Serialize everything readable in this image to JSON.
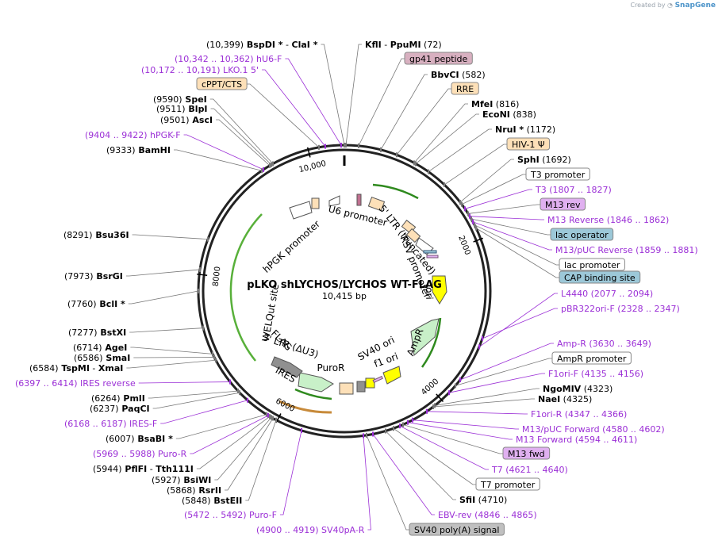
{
  "credit": {
    "prefix": "Created by",
    "brand": "SnapGene"
  },
  "map": {
    "title": "pLKO shLYCHOS/LYCHOS WT-FLAG",
    "size_label": "10,415 bp",
    "total_bp": 10415,
    "tick_labels": [
      {
        "bp": 2000,
        "text": "2000"
      },
      {
        "bp": 4000,
        "text": "4000"
      },
      {
        "bp": 6000,
        "text": "6000"
      },
      {
        "bp": 8000,
        "text": "8000"
      },
      {
        "bp": 10000,
        "text": "10,000"
      }
    ],
    "inner_labels": [
      "U6 promoter",
      "5' LTR (truncated)",
      "RSV promoter",
      "ori",
      "AmpR",
      "f1 ori",
      "SV40 ori",
      "PuroR",
      "3' LTR (ΔU3)",
      "IRES",
      "FLAG",
      "WELQut site",
      "hPGK promoter"
    ]
  },
  "annotations": [
    {
      "id": "bspdi",
      "kind": "site",
      "side": "left",
      "parts": [
        [
          "pos",
          "(10,399)"
        ],
        [
          "site",
          "BspDI *"
        ],
        [
          "pos",
          " - "
        ],
        [
          "site",
          "ClaI *"
        ]
      ]
    },
    {
      "id": "kfli",
      "kind": "site",
      "side": "right",
      "parts": [
        [
          "site",
          "KflI"
        ],
        [
          "pos",
          " - "
        ],
        [
          "site",
          "PpuMI"
        ],
        [
          "pos",
          "(72)"
        ]
      ]
    },
    {
      "id": "hu6f",
      "kind": "primer",
      "side": "left",
      "parts": [
        [
          "primer",
          "(10,342 .. 10,362)"
        ],
        [
          "primer",
          "hU6-F"
        ]
      ]
    },
    {
      "id": "gp41",
      "kind": "feature",
      "side": "right",
      "fill": "#d8b0c0",
      "text": "gp41 peptide"
    },
    {
      "id": "lko1",
      "kind": "primer",
      "side": "left",
      "parts": [
        [
          "primer",
          "(10,172 .. 10,191)"
        ],
        [
          "primer",
          "LKO.1 5'"
        ]
      ]
    },
    {
      "id": "bbvci",
      "kind": "site",
      "side": "right",
      "parts": [
        [
          "site",
          "BbvCI"
        ],
        [
          "pos",
          "(582)"
        ]
      ]
    },
    {
      "id": "cppt",
      "kind": "feature",
      "side": "left",
      "fill": "#fde0b8",
      "text": "cPPT/CTS"
    },
    {
      "id": "rre",
      "kind": "feature",
      "side": "right",
      "fill": "#fde0b8",
      "text": "RRE"
    },
    {
      "id": "spei",
      "kind": "site",
      "side": "left",
      "parts": [
        [
          "pos",
          "(9590)"
        ],
        [
          "site",
          "SpeI"
        ]
      ]
    },
    {
      "id": "mfei",
      "kind": "site",
      "side": "right",
      "parts": [
        [
          "site",
          "MfeI"
        ],
        [
          "pos",
          "(816)"
        ]
      ]
    },
    {
      "id": "blpi",
      "kind": "site",
      "side": "left",
      "parts": [
        [
          "pos",
          "(9511)"
        ],
        [
          "site",
          "BlpI"
        ]
      ]
    },
    {
      "id": "econi",
      "kind": "site",
      "side": "right",
      "parts": [
        [
          "site",
          "EcoNI"
        ],
        [
          "pos",
          "(838)"
        ]
      ]
    },
    {
      "id": "asci",
      "kind": "site",
      "side": "left",
      "parts": [
        [
          "pos",
          "(9501)"
        ],
        [
          "site",
          "AscI"
        ]
      ]
    },
    {
      "id": "nrui",
      "kind": "site",
      "side": "right",
      "parts": [
        [
          "site",
          "NruI *"
        ],
        [
          "pos",
          "(1172)"
        ]
      ]
    },
    {
      "id": "hpgkf",
      "kind": "primer",
      "side": "left",
      "parts": [
        [
          "primer",
          "(9404 .. 9422)"
        ],
        [
          "primer",
          "hPGK-F"
        ]
      ]
    },
    {
      "id": "hiv1",
      "kind": "feature",
      "side": "right",
      "fill": "#fde0b8",
      "text": "HIV-1 Ψ"
    },
    {
      "id": "bamhi",
      "kind": "site",
      "side": "left",
      "parts": [
        [
          "pos",
          "(9333)"
        ],
        [
          "site",
          "BamHI"
        ]
      ]
    },
    {
      "id": "sphi",
      "kind": "site",
      "side": "right",
      "parts": [
        [
          "site",
          "SphI"
        ],
        [
          "pos",
          "(1692)"
        ]
      ]
    },
    {
      "id": "t3prom",
      "kind": "feature",
      "side": "right",
      "fill": "#ffffff",
      "text": "T3 promoter"
    },
    {
      "id": "t3",
      "kind": "primer",
      "side": "right",
      "parts": [
        [
          "primer",
          "T3"
        ],
        [
          "primer",
          "(1807 .. 1827)"
        ]
      ]
    },
    {
      "id": "m13rev",
      "kind": "feature",
      "side": "right",
      "fill": "#e0b0f0",
      "text": "M13 rev"
    },
    {
      "id": "m13reverse",
      "kind": "primer",
      "side": "right",
      "parts": [
        [
          "primer",
          "M13 Reverse"
        ],
        [
          "primer",
          "(1846 .. 1862)"
        ]
      ]
    },
    {
      "id": "bsu36i",
      "kind": "site",
      "side": "left",
      "parts": [
        [
          "pos",
          "(8291)"
        ],
        [
          "site",
          "Bsu36I"
        ]
      ]
    },
    {
      "id": "lacop",
      "kind": "feature",
      "side": "right",
      "fill": "#9cc8d8",
      "text": "lac operator"
    },
    {
      "id": "m13puc",
      "kind": "primer",
      "side": "right",
      "parts": [
        [
          "primer",
          "M13/pUC Reverse"
        ],
        [
          "primer",
          "(1859 .. 1881)"
        ]
      ]
    },
    {
      "id": "lacprom",
      "kind": "feature",
      "side": "right",
      "fill": "#ffffff",
      "text": "lac promoter"
    },
    {
      "id": "bsrgi",
      "kind": "site",
      "side": "left",
      "parts": [
        [
          "pos",
          "(7973)"
        ],
        [
          "site",
          "BsrGI"
        ]
      ]
    },
    {
      "id": "cap",
      "kind": "feature",
      "side": "right",
      "fill": "#9cc8d8",
      "text": "CAP binding site"
    },
    {
      "id": "l4440",
      "kind": "primer",
      "side": "right",
      "parts": [
        [
          "primer",
          "L4440"
        ],
        [
          "primer",
          "(2077 .. 2094)"
        ]
      ]
    },
    {
      "id": "bcli",
      "kind": "site",
      "side": "left",
      "parts": [
        [
          "pos",
          "(7760)"
        ],
        [
          "site",
          "BclI *"
        ]
      ]
    },
    {
      "id": "pbr322",
      "kind": "primer",
      "side": "right",
      "parts": [
        [
          "primer",
          "pBR322ori-F"
        ],
        [
          "primer",
          "(2328 .. 2347)"
        ]
      ]
    },
    {
      "id": "bstxi",
      "kind": "site",
      "side": "left",
      "parts": [
        [
          "pos",
          "(7277)"
        ],
        [
          "site",
          "BstXI"
        ]
      ]
    },
    {
      "id": "ampr",
      "kind": "primer",
      "side": "right",
      "parts": [
        [
          "primer",
          "Amp-R"
        ],
        [
          "primer",
          "(3630 .. 3649)"
        ]
      ]
    },
    {
      "id": "agei",
      "kind": "site",
      "side": "left",
      "parts": [
        [
          "pos",
          "(6714)"
        ],
        [
          "site",
          "AgeI"
        ]
      ]
    },
    {
      "id": "ampprom",
      "kind": "feature",
      "side": "right",
      "fill": "#ffffff",
      "text": "AmpR promoter"
    },
    {
      "id": "smai",
      "kind": "site",
      "side": "left",
      "parts": [
        [
          "pos",
          "(6586)"
        ],
        [
          "site",
          "SmaI"
        ]
      ]
    },
    {
      "id": "tspmi",
      "kind": "site",
      "side": "left",
      "parts": [
        [
          "pos",
          "(6584)"
        ],
        [
          "site",
          "TspMI"
        ],
        [
          "pos",
          " - "
        ],
        [
          "site",
          "XmaI"
        ]
      ]
    },
    {
      "id": "f1orif",
      "kind": "primer",
      "side": "right",
      "parts": [
        [
          "primer",
          "F1ori-F"
        ],
        [
          "primer",
          "(4135 .. 4156)"
        ]
      ]
    },
    {
      "id": "iresrev",
      "kind": "primer",
      "side": "left",
      "parts": [
        [
          "primer",
          "(6397 .. 6414)"
        ],
        [
          "primer",
          "IRES reverse"
        ]
      ]
    },
    {
      "id": "ngomiv",
      "kind": "site",
      "side": "right",
      "parts": [
        [
          "site",
          "NgoMIV"
        ],
        [
          "pos",
          "(4323)"
        ]
      ]
    },
    {
      "id": "naei",
      "kind": "site",
      "side": "right",
      "parts": [
        [
          "site",
          "NaeI"
        ],
        [
          "pos",
          "(4325)"
        ]
      ]
    },
    {
      "id": "pmli",
      "kind": "site",
      "side": "left",
      "parts": [
        [
          "pos",
          "(6264)"
        ],
        [
          "site",
          "PmlI"
        ]
      ]
    },
    {
      "id": "paqci",
      "kind": "site",
      "side": "left",
      "parts": [
        [
          "pos",
          "(6237)"
        ],
        [
          "site",
          "PaqCI"
        ]
      ]
    },
    {
      "id": "f1orir",
      "kind": "primer",
      "side": "right",
      "parts": [
        [
          "primer",
          "F1ori-R"
        ],
        [
          "primer",
          "(4347 .. 4366)"
        ]
      ]
    },
    {
      "id": "iresf",
      "kind": "primer",
      "side": "left",
      "parts": [
        [
          "primer",
          "(6168 .. 6187)"
        ],
        [
          "primer",
          "IRES-F"
        ]
      ]
    },
    {
      "id": "m13pucf",
      "kind": "primer",
      "side": "right",
      "parts": [
        [
          "primer",
          "M13/pUC Forward"
        ],
        [
          "primer",
          "(4580 .. 4602)"
        ]
      ]
    },
    {
      "id": "bsabi",
      "kind": "site",
      "side": "left",
      "parts": [
        [
          "pos",
          "(6007)"
        ],
        [
          "site",
          "BsaBI *"
        ]
      ]
    },
    {
      "id": "m13fwd_p",
      "kind": "primer",
      "side": "right",
      "parts": [
        [
          "primer",
          "M13 Forward"
        ],
        [
          "primer",
          "(4594 .. 4611)"
        ]
      ]
    },
    {
      "id": "puror",
      "kind": "primer",
      "side": "left",
      "parts": [
        [
          "primer",
          "(5969 .. 5988)"
        ],
        [
          "primer",
          "Puro-R"
        ]
      ]
    },
    {
      "id": "m13fwd",
      "kind": "feature",
      "side": "right",
      "fill": "#e0b0f0",
      "text": "M13 fwd"
    },
    {
      "id": "pflfi",
      "kind": "site",
      "side": "left",
      "parts": [
        [
          "pos",
          "(5944)"
        ],
        [
          "site",
          "PflFI"
        ],
        [
          "pos",
          " - "
        ],
        [
          "site",
          "Tth111I"
        ]
      ]
    },
    {
      "id": "t7",
      "kind": "primer",
      "side": "right",
      "parts": [
        [
          "primer",
          "T7"
        ],
        [
          "primer",
          "(4621 .. 4640)"
        ]
      ]
    },
    {
      "id": "bsiwi",
      "kind": "site",
      "side": "left",
      "parts": [
        [
          "pos",
          "(5927)"
        ],
        [
          "site",
          "BsiWI"
        ]
      ]
    },
    {
      "id": "rsrii",
      "kind": "site",
      "side": "left",
      "parts": [
        [
          "pos",
          "(5868)"
        ],
        [
          "site",
          "RsrII"
        ]
      ]
    },
    {
      "id": "t7prom",
      "kind": "feature",
      "side": "right",
      "fill": "#ffffff",
      "text": "T7 promoter"
    },
    {
      "id": "bsteii",
      "kind": "site",
      "side": "left",
      "parts": [
        [
          "pos",
          "(5848)"
        ],
        [
          "site",
          "BstEII"
        ]
      ]
    },
    {
      "id": "sfii",
      "kind": "site",
      "side": "right",
      "parts": [
        [
          "site",
          "SfiI"
        ],
        [
          "pos",
          "(4710)"
        ]
      ]
    },
    {
      "id": "purof",
      "kind": "primer",
      "side": "left",
      "parts": [
        [
          "primer",
          "(5472 .. 5492)"
        ],
        [
          "primer",
          "Puro-F"
        ]
      ]
    },
    {
      "id": "ebvrev",
      "kind": "primer",
      "side": "right",
      "parts": [
        [
          "primer",
          "EBV-rev"
        ],
        [
          "primer",
          "(4846 .. 4865)"
        ]
      ]
    },
    {
      "id": "sv40par",
      "kind": "primer",
      "side": "left",
      "parts": [
        [
          "primer",
          "(4900 .. 4919)"
        ],
        [
          "primer",
          "SV40pA-R"
        ]
      ]
    },
    {
      "id": "sv40polya",
      "kind": "feature",
      "side": "right",
      "fill": "#c0c0c0",
      "text": "SV40 poly(A) signal"
    }
  ]
}
